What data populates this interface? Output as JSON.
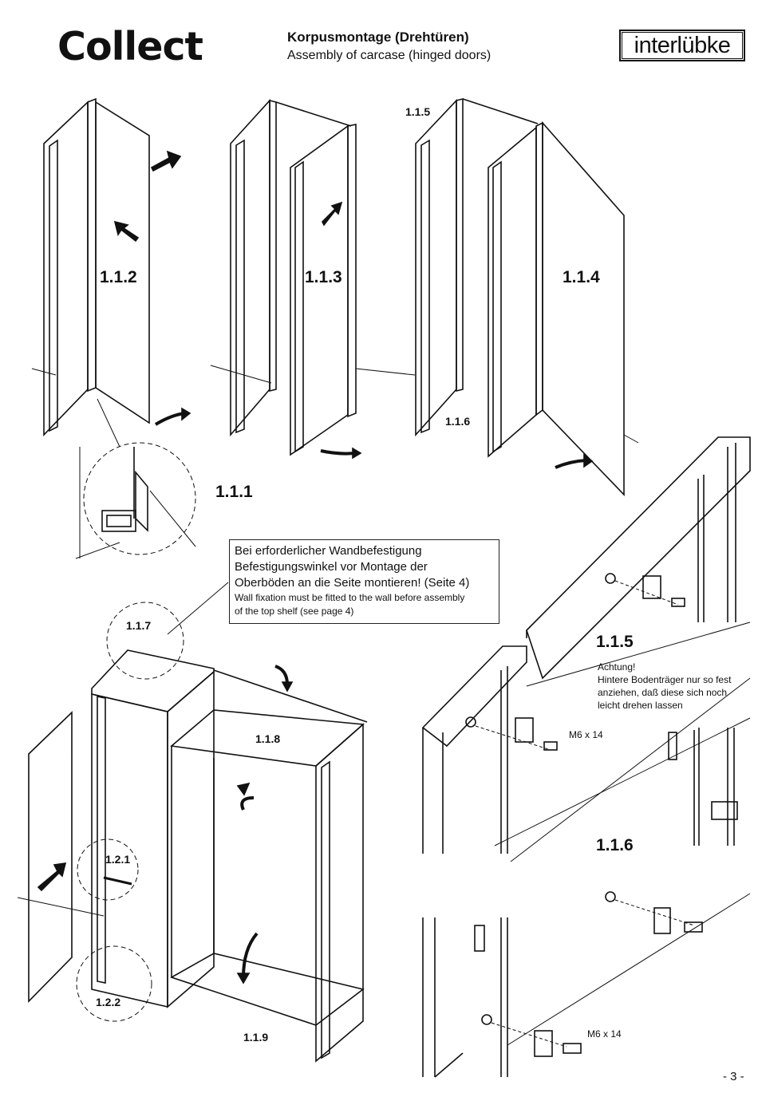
{
  "header": {
    "brand": "Collect",
    "title_de": "Korpusmontage (Drehtüren)",
    "title_en": "Assembly of carcase (hinged doors)",
    "logo_text": "interlübke"
  },
  "steps": {
    "s112": "1.1.2",
    "s113": "1.1.3",
    "s114": "1.1.4",
    "s115_top": "1.1.5",
    "s116_small": "1.1.6",
    "s111": "1.1.1",
    "s117": "1.1.7",
    "s118": "1.1.8",
    "s119": "1.1.9",
    "s121": "1.2.1",
    "s122": "1.2.2",
    "s115_detail": "1.1.5",
    "s116_detail": "1.1.6"
  },
  "note": {
    "de": "Bei erforderlicher Wandbefestigung\nBefestigungswinkel vor Montage der\nOberböden an die Seite montieren! (Seite 4)",
    "en": "Wall fixation must be fitted to the wall before assembly\nof the top shelf (see page 4)"
  },
  "warning": "Achtung!\nHintere Bodenträger nur so fest\nanziehen, daß diese sich noch\nleicht drehen lassen",
  "specs": {
    "screw_a": "M6 x 14",
    "screw_b": "M6 x 14"
  },
  "footer": {
    "page": "- 3 -"
  }
}
